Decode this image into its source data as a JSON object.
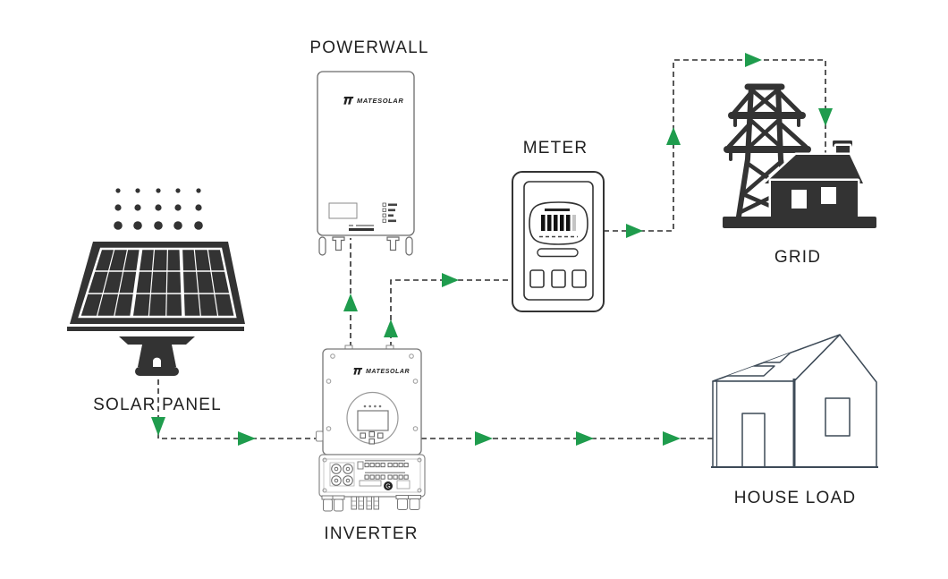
{
  "diagram": {
    "type": "solar-energy-system-flow",
    "style": {
      "line_style": "dashed",
      "line_color": "#2f2f2f",
      "arrow_color": "#1f9c4d",
      "icon_color": "#333333",
      "house_outline_color": "#3d4a57",
      "label_color": "#1f1f1f",
      "background": "#ffffff"
    }
  },
  "colors": {
    "accent-green": "#1f9c4d",
    "line": "#2f2f2f",
    "icon-dark": "#333333",
    "house-outline": "#3d4a57",
    "label": "#1f1f1f"
  },
  "nodes": {
    "powerwall": {
      "label": "POWERWALL",
      "brand": "MATESOLAR"
    },
    "meter": {
      "label": "METER"
    },
    "grid": {
      "label": "GRID"
    },
    "solar_panel": {
      "label": "SOLAR PANEL"
    },
    "inverter": {
      "label": "INVERTER",
      "brand": "MATESOLAR",
      "ground_marking": "G"
    },
    "house_load": {
      "label": "HOUSE LOAD"
    }
  },
  "connections": [
    {
      "from": "solar_panel",
      "to": "inverter"
    },
    {
      "from": "inverter",
      "to": "powerwall"
    },
    {
      "from": "inverter",
      "to": "meter"
    },
    {
      "from": "meter",
      "to": "grid"
    },
    {
      "from": "inverter",
      "to": "house_load"
    }
  ]
}
